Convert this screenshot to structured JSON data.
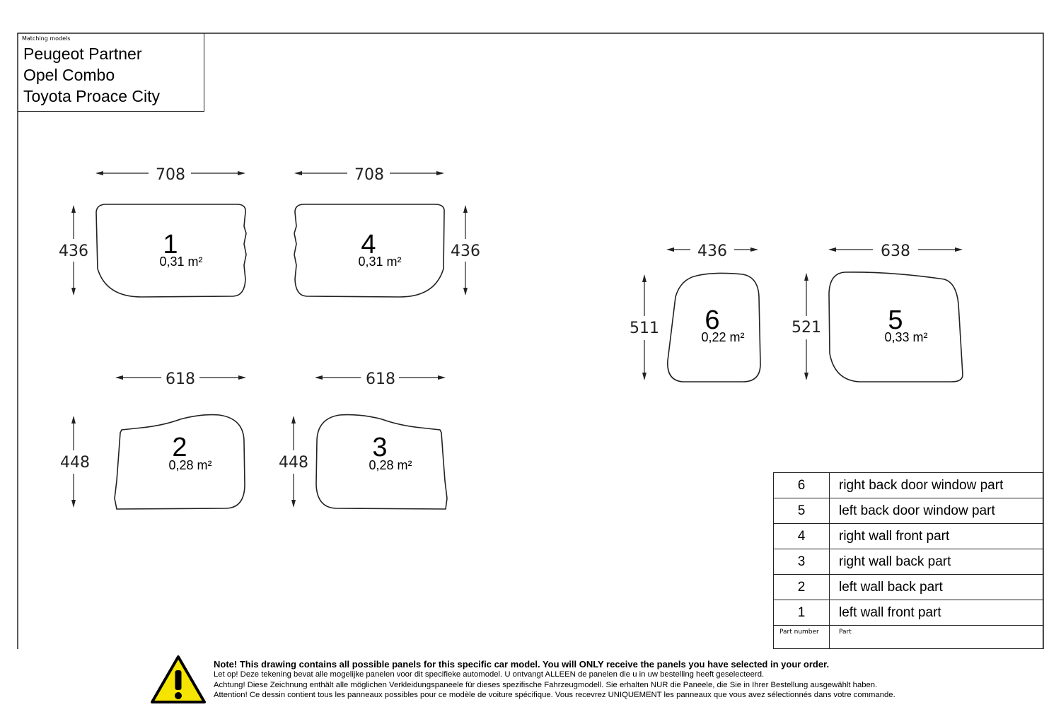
{
  "title_block": {
    "caption": "Matching models",
    "models": [
      "Peugeot Partner",
      "Opel Combo",
      "Toyota Proace City"
    ]
  },
  "panels": {
    "p1": {
      "number": "1",
      "area": "0,31 m²",
      "width": "708",
      "height": "436"
    },
    "p4": {
      "number": "4",
      "area": "0,31 m²",
      "width": "708",
      "height": "436"
    },
    "p2": {
      "number": "2",
      "area": "0,28 m²",
      "width": "618",
      "height": "448"
    },
    "p3": {
      "number": "3",
      "area": "0,28 m²",
      "width": "618",
      "height": "448"
    },
    "p6": {
      "number": "6",
      "area": "0,22 m²",
      "width": "436",
      "height": "511"
    },
    "p5": {
      "number": "5",
      "area": "0,33 m²",
      "width": "638",
      "height": "521"
    }
  },
  "parts_table": {
    "rows": [
      {
        "number": "6",
        "part": "right back door window part"
      },
      {
        "number": "5",
        "part": "left back door window part"
      },
      {
        "number": "4",
        "part": "right wall front part"
      },
      {
        "number": "3",
        "part": "right wall back part"
      },
      {
        "number": "2",
        "part": "left wall back part"
      },
      {
        "number": "1",
        "part": "left wall front part"
      }
    ],
    "header_number": "Part number",
    "header_part": "Part"
  },
  "note": {
    "main": "Note! This drawing contains all possible panels for this specific car model. You will ONLY receive the panels you have selected in your order.",
    "nl": "Let op! Deze tekening bevat alle mogelijke panelen voor dit specifieke automodel. U ontvangt ALLEEN de panelen die u in uw bestelling heeft geselecteerd.",
    "de": "Achtung! Diese Zeichnung enthält alle möglichen Verkleidungspaneele für dieses spezifische Fahrzeugmodell. Sie erhalten NUR die Paneele, die Sie in Ihrer Bestellung ausgewählt haben.",
    "fr": "Attention! Ce dessin contient tous les panneaux possibles pour ce modèle de voiture spécifique. Vous recevrez UNIQUEMENT les panneaux que vous avez sélectionnés dans votre commande.",
    "warning_icon": "warning-triangle-icon",
    "warning_color": "#f5e400"
  }
}
